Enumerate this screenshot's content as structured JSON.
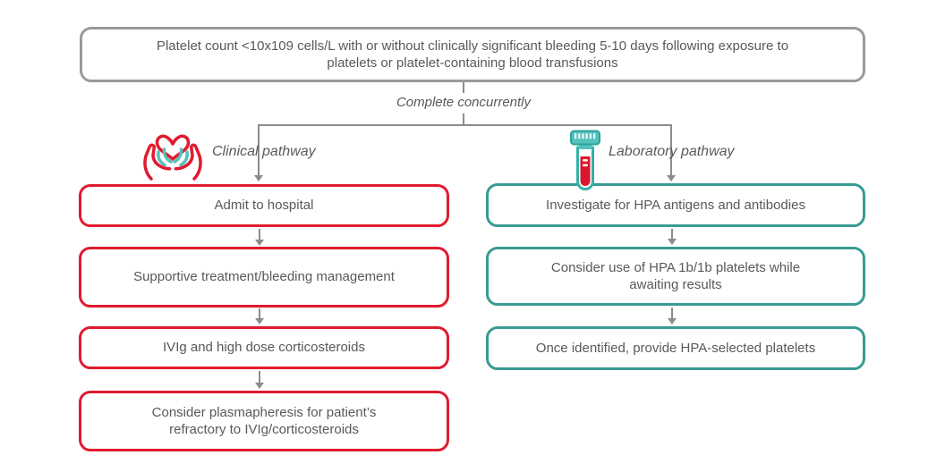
{
  "criteria": {
    "text": "Platelet count <10x109 cells/L with or without clinically significant bleeding 5-10 days following exposure to platelets or platelet-containing blood transfusions"
  },
  "connector": {
    "label": "Complete concurrently"
  },
  "clinical": {
    "label": "Clinical pathway",
    "icon": "heart-in-hands-icon",
    "accent_color": "#e11a2f",
    "steps": [
      "Admit to hospital",
      "Supportive treatment/bleeding management",
      "IVIg and high dose corticosteroids",
      "Consider plasmapheresis for patient’s refractory to IVIg/corticosteroids"
    ]
  },
  "laboratory": {
    "label": "Laboratory pathway",
    "icon": "blood-test-tube-icon",
    "accent_color": "#379b92",
    "steps": [
      "Investigate for HPA antigens and antibodies",
      "Consider use of HPA 1b/1b platelets while awaiting results",
      "Once identified, provide HPA-selected platelets"
    ]
  },
  "colors": {
    "clinical_accent": "#e11a2f",
    "laboratory_accent": "#379b92",
    "outline_gray": "#9a9a9a",
    "box_text": "#595959",
    "connector_gray": "#8c8c8c"
  }
}
